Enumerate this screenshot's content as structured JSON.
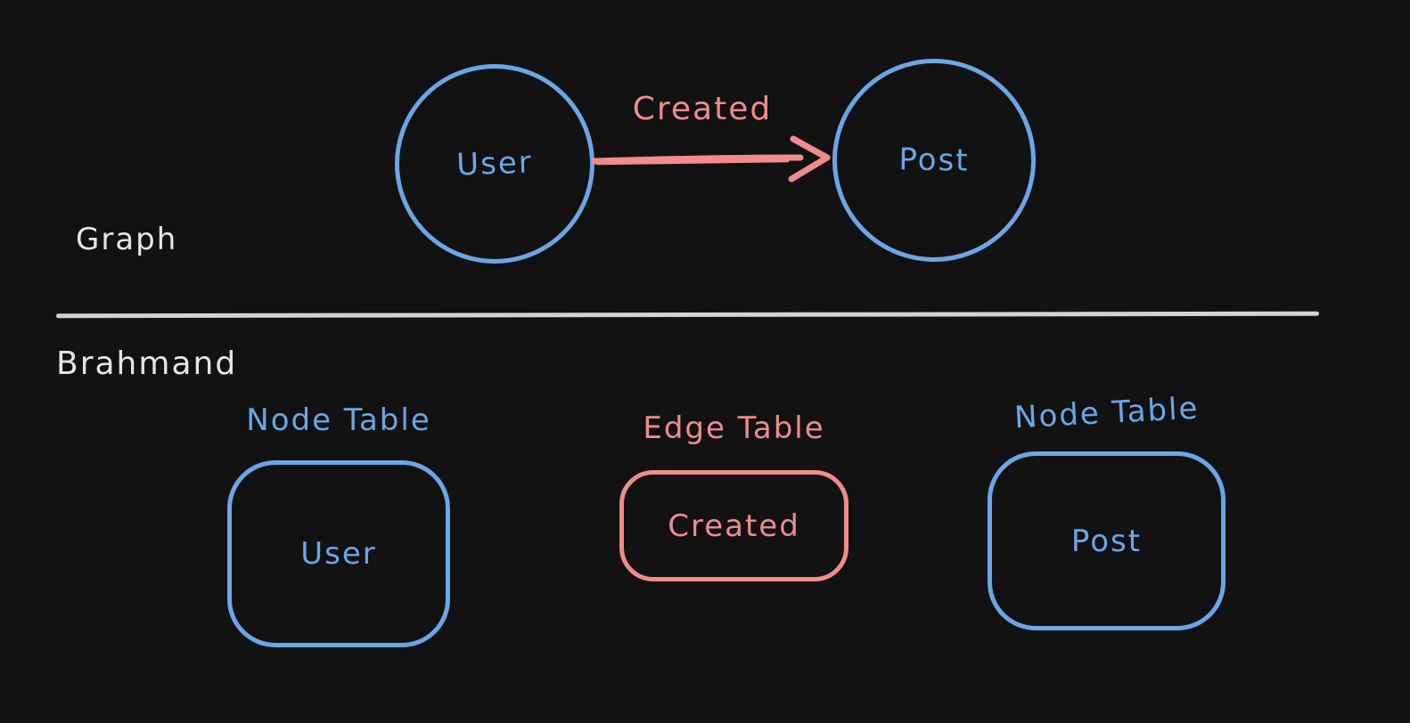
{
  "canvas": {
    "background": "#121212"
  },
  "colors": {
    "node_blue": "#6ba6e6",
    "edge_salmon": "#ef8c8c",
    "label_white": "#e8e6e2",
    "divider_gray": "#d3d3d3"
  },
  "graph_section": {
    "label": "Graph",
    "user_node": "User",
    "edge_label": "Created",
    "post_node": "Post"
  },
  "brahmand_section": {
    "label": "Brahmand",
    "tables": [
      {
        "title": "Node Table",
        "value": "User",
        "kind": "node"
      },
      {
        "title": "Edge Table",
        "value": "Created",
        "kind": "edge"
      },
      {
        "title": "Node Table",
        "value": "Post",
        "kind": "node"
      }
    ]
  }
}
